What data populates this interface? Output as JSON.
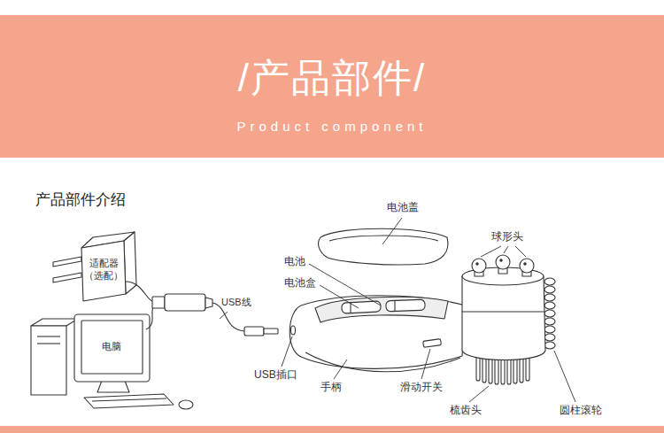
{
  "diagram": {
    "title": "/产品部件/",
    "nodes": [
      {
        "text": [
          "适配器 （选配）"
        ]
      },
      {
        "text": [
          "电脑"
        ]
      }
    ],
    "labels": [
      "Product component",
      "产品部件介绍",
      "USB线",
      "电池盖",
      "球形头",
      "电池",
      "电池盒",
      "USB插口",
      "手柄",
      "滑动开关",
      "梳齿头",
      "圆柱滚轮"
    ]
  }
}
